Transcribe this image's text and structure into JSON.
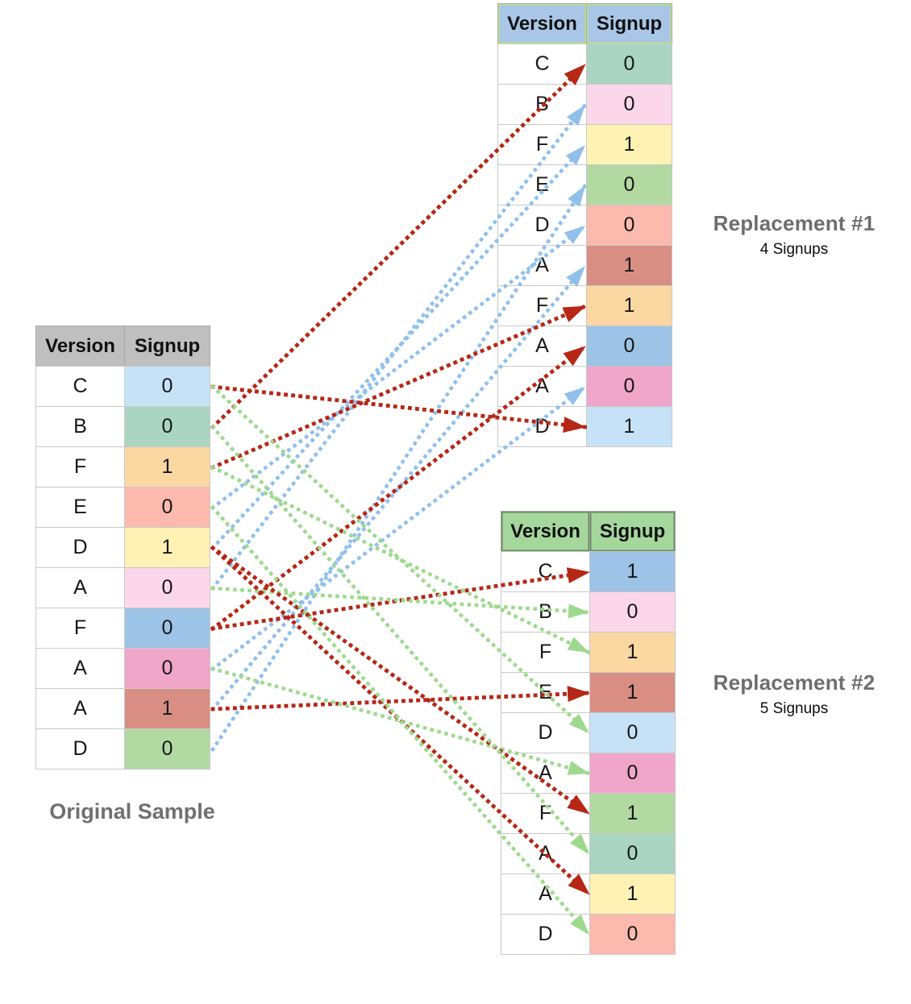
{
  "original": {
    "label": "Original Sample",
    "columns": [
      "Version",
      "Signup"
    ],
    "header_bg": "#bfbfbf",
    "rows": [
      {
        "version": "C",
        "signup": "0",
        "color": "#c6e2f7"
      },
      {
        "version": "B",
        "signup": "0",
        "color": "#a9d5c2"
      },
      {
        "version": "F",
        "signup": "1",
        "color": "#fbd7a2"
      },
      {
        "version": "E",
        "signup": "0",
        "color": "#fbbaad"
      },
      {
        "version": "D",
        "signup": "1",
        "color": "#fdf1b4"
      },
      {
        "version": "A",
        "signup": "0",
        "color": "#fcd7ea"
      },
      {
        "version": "F",
        "signup": "0",
        "color": "#9dc3e6"
      },
      {
        "version": "A",
        "signup": "0",
        "color": "#efa6c9"
      },
      {
        "version": "A",
        "signup": "1",
        "color": "#d98e84"
      },
      {
        "version": "D",
        "signup": "0",
        "color": "#b2d9a2"
      }
    ]
  },
  "replacement1": {
    "title": "Replacement #1",
    "subtitle": "4 Signups",
    "columns": [
      "Version",
      "Signup"
    ],
    "header_bg": "#a9c6e7",
    "header_outline": "#b9e287",
    "rows": [
      {
        "version": "C",
        "signup": "0",
        "color": "#a9d5c2"
      },
      {
        "version": "B",
        "signup": "0",
        "color": "#fcd7ea"
      },
      {
        "version": "F",
        "signup": "1",
        "color": "#fdf1b4"
      },
      {
        "version": "E",
        "signup": "0",
        "color": "#b2d9a2"
      },
      {
        "version": "D",
        "signup": "0",
        "color": "#fbbaad"
      },
      {
        "version": "A",
        "signup": "1",
        "color": "#d98e84"
      },
      {
        "version": "F",
        "signup": "1",
        "color": "#fbd7a2"
      },
      {
        "version": "A",
        "signup": "0",
        "color": "#9dc3e6"
      },
      {
        "version": "A",
        "signup": "0",
        "color": "#efa6c9"
      },
      {
        "version": "D",
        "signup": "1",
        "color": "#c6e2f7"
      }
    ]
  },
  "replacement2": {
    "title": "Replacement #2",
    "subtitle": "5 Signups",
    "columns": [
      "Version",
      "Signup"
    ],
    "header_bg": "#a5d79d",
    "header_outline": "#6b8a5e",
    "rows": [
      {
        "version": "C",
        "signup": "1",
        "color": "#9dc3e6"
      },
      {
        "version": "B",
        "signup": "0",
        "color": "#fcd7ea"
      },
      {
        "version": "F",
        "signup": "1",
        "color": "#fbd7a2"
      },
      {
        "version": "E",
        "signup": "1",
        "color": "#d98e84"
      },
      {
        "version": "D",
        "signup": "0",
        "color": "#c6e2f7"
      },
      {
        "version": "A",
        "signup": "0",
        "color": "#efa6c9"
      },
      {
        "version": "F",
        "signup": "1",
        "color": "#b2d9a2"
      },
      {
        "version": "A",
        "signup": "0",
        "color": "#a9d5c2"
      },
      {
        "version": "A",
        "signup": "1",
        "color": "#fdf1b4"
      },
      {
        "version": "D",
        "signup": "0",
        "color": "#fbbaad"
      }
    ]
  },
  "arrows": {
    "colors": {
      "red": "#b62716",
      "blue": "#90c0ea",
      "green": "#9ed98e"
    },
    "links": [
      {
        "to": "replacement1",
        "to_row": 1,
        "from_row": 2,
        "color": "red"
      },
      {
        "to": "replacement1",
        "to_row": 2,
        "from_row": 6,
        "color": "blue"
      },
      {
        "to": "replacement1",
        "to_row": 3,
        "from_row": 5,
        "color": "blue"
      },
      {
        "to": "replacement1",
        "to_row": 4,
        "from_row": 10,
        "color": "blue"
      },
      {
        "to": "replacement1",
        "to_row": 5,
        "from_row": 4,
        "color": "blue"
      },
      {
        "to": "replacement1",
        "to_row": 6,
        "from_row": 9,
        "color": "blue"
      },
      {
        "to": "replacement1",
        "to_row": 7,
        "from_row": 3,
        "color": "red"
      },
      {
        "to": "replacement1",
        "to_row": 8,
        "from_row": 7,
        "color": "red"
      },
      {
        "to": "replacement1",
        "to_row": 9,
        "from_row": 8,
        "color": "blue"
      },
      {
        "to": "replacement1",
        "to_row": 10,
        "from_row": 1,
        "color": "red"
      },
      {
        "to": "replacement2",
        "to_row": 1,
        "from_row": 7,
        "color": "red"
      },
      {
        "to": "replacement2",
        "to_row": 2,
        "from_row": 6,
        "color": "green"
      },
      {
        "to": "replacement2",
        "to_row": 3,
        "from_row": 3,
        "color": "green"
      },
      {
        "to": "replacement2",
        "to_row": 4,
        "from_row": 9,
        "color": "red"
      },
      {
        "to": "replacement2",
        "to_row": 5,
        "from_row": 1,
        "color": "green"
      },
      {
        "to": "replacement2",
        "to_row": 6,
        "from_row": 8,
        "color": "green"
      },
      {
        "to": "replacement2",
        "to_row": 7,
        "from_row": 5,
        "color": "red"
      },
      {
        "to": "replacement2",
        "to_row": 8,
        "from_row": 2,
        "color": "green"
      },
      {
        "to": "replacement2",
        "to_row": 9,
        "from_row": 5,
        "color": "red"
      },
      {
        "to": "replacement2",
        "to_row": 10,
        "from_row": 4,
        "color": "green"
      }
    ]
  }
}
